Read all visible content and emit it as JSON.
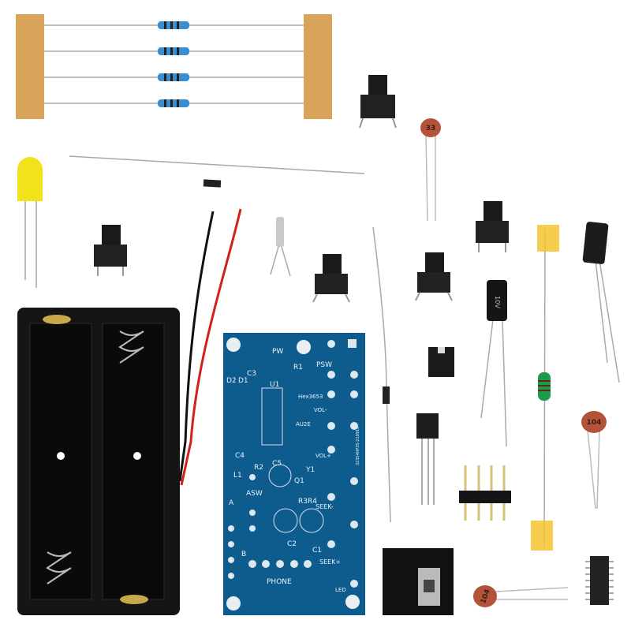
{
  "scene": "fm-radio-diy-kit-components",
  "pcb": {
    "color": "#0e5c8e",
    "labels": {
      "pw": "PW",
      "c3": "C3",
      "r1": "R1",
      "psw": "PSW",
      "d1": "D1",
      "d2": "D2",
      "u1": "U1",
      "hex": "Hex3653",
      "vol_minus": "VOL-",
      "au2e": "AU2E",
      "vol_plus": "VOL+",
      "c4": "C4",
      "c5": "C5",
      "r2": "R2",
      "l1": "L1",
      "y1": "Y1",
      "q1": "Q1",
      "asw": "ASW",
      "r3r4": "R3R4",
      "seek_minus": "SEEK-",
      "c2": "C2",
      "c1": "C1",
      "seek_plus": "SEEK+",
      "phone": "PHONE",
      "led": "LED",
      "a": "A",
      "b": "B",
      "serial": "323540P35-210910"
    }
  },
  "capacitor_labels": {
    "ceramic_top": "33",
    "ceramic_right": "104",
    "ceramic_bottom": "104",
    "electrolytic": "10V"
  },
  "colors": {
    "tape": "#d8a45a",
    "resistor": "#3a8ed0",
    "led": "#f2e21a",
    "battery_holder": "#151515",
    "ceramic": "#b4533a",
    "inductor": "#1f9a4a",
    "yellow_tape": "#f5c430"
  }
}
